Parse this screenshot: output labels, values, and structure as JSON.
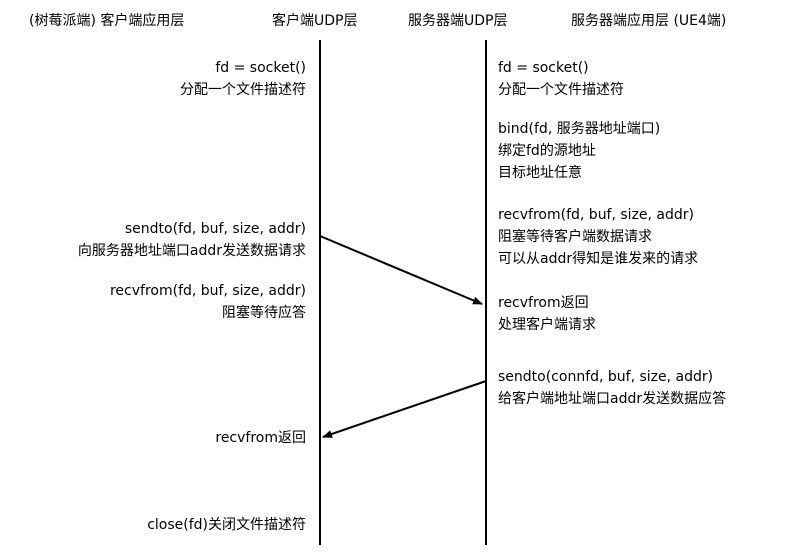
{
  "headers": {
    "client_app": "(树莓派端) 客户端应用层",
    "client_udp": "客户端UDP层",
    "server_udp": "服务器端UDP层",
    "server_app": "服务器端应用层 (UE4端)"
  },
  "client": {
    "socket": {
      "line1": "fd = socket()",
      "line2": "分配一个文件描述符"
    },
    "sendto": {
      "line1": "sendto(fd, buf, size, addr)",
      "line2": "向服务器地址端口addr发送数据请求"
    },
    "recvfrom": {
      "line1": "recvfrom(fd, buf, size, addr)",
      "line2": "阻塞等待应答"
    },
    "recvfrom_return": "recvfrom返回",
    "close": "close(fd)关闭文件描述符"
  },
  "server": {
    "socket": {
      "line1": "fd = socket()",
      "line2": "分配一个文件描述符"
    },
    "bind": {
      "line1": "bind(fd, 服务器地址端口)",
      "line2": "绑定fd的源地址",
      "line3": "目标地址任意"
    },
    "recvfrom": {
      "line1": "recvfrom(fd, buf, size, addr)",
      "line2": "阻塞等待客户端数据请求",
      "line3": "可以从addr得知是谁发来的请求"
    },
    "recvfrom_return": {
      "line1": "recvfrom返回",
      "line2": "处理客户端请求"
    },
    "sendto": {
      "line1": "sendto(connfd, buf, size, addr)",
      "line2": "给客户端地址端口addr发送数据应答"
    }
  }
}
